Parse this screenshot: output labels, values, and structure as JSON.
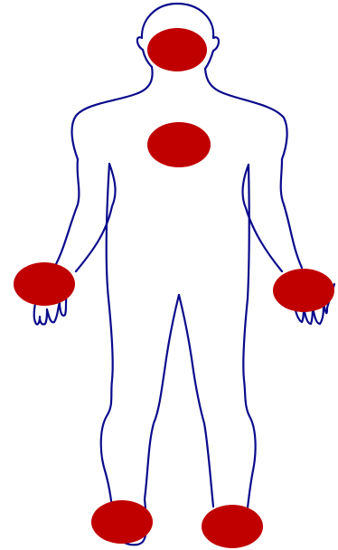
{
  "colors": {
    "outline": "#0a0a8c",
    "marker": "#c00000",
    "background": "#ffffff"
  },
  "markers": [
    {
      "id": "head"
    },
    {
      "id": "chest"
    },
    {
      "id": "right-hand"
    },
    {
      "id": "left-hand"
    },
    {
      "id": "right-foot"
    },
    {
      "id": "left-foot"
    }
  ]
}
